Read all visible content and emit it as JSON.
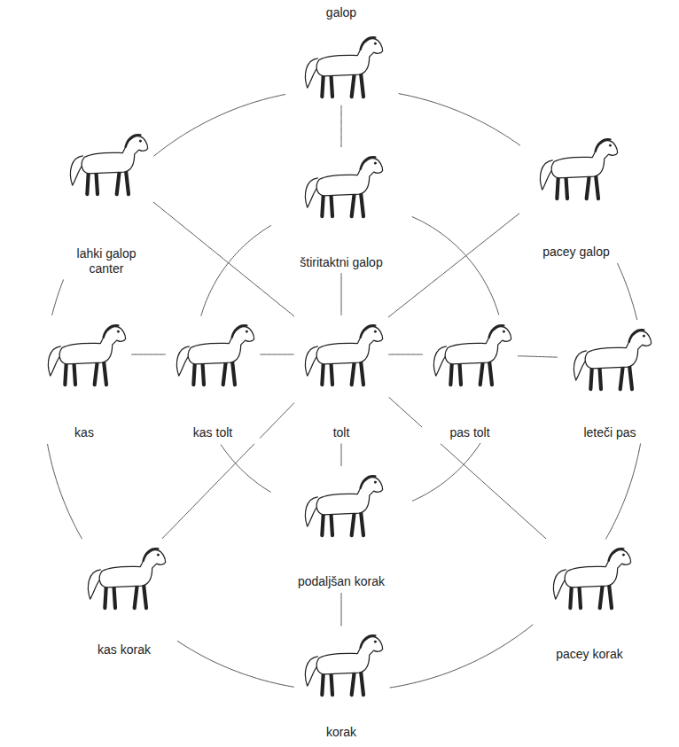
{
  "diagram": {
    "nodes": [
      {
        "text": [
          "galop"
        ]
      },
      {
        "text": [
          "lahki galop canter"
        ]
      },
      {
        "text": [
          "štiritaktni galop"
        ]
      },
      {
        "text": [
          "pacey galop"
        ]
      },
      {
        "text": [
          "kas"
        ]
      },
      {
        "text": [
          "kas tolt"
        ]
      },
      {
        "text": [
          "tolt"
        ]
      },
      {
        "text": [
          "pas tolt"
        ]
      },
      {
        "text": [
          "leteči pas"
        ]
      },
      {
        "text": [
          "podaljšan korak"
        ]
      },
      {
        "text": [
          "kas korak"
        ]
      },
      {
        "text": [
          "pacey korak"
        ]
      },
      {
        "text": [
          "korak"
        ]
      }
    ],
    "edges": [
      {
        "from": 0,
        "to": 3,
        "arrow": "none"
      },
      {
        "from": 3,
        "to": 8,
        "arrow": "none"
      },
      {
        "from": 8,
        "to": 11,
        "arrow": "none"
      },
      {
        "from": 11,
        "to": 12,
        "arrow": "none"
      },
      {
        "from": 12,
        "to": 10,
        "arrow": "none"
      },
      {
        "from": 10,
        "to": 4,
        "arrow": "none"
      },
      {
        "from": 4,
        "to": 1,
        "arrow": "none"
      },
      {
        "from": 1,
        "to": 0,
        "arrow": "none"
      },
      {
        "from": 2,
        "to": 7,
        "arrow": "none"
      },
      {
        "from": 7,
        "to": 9,
        "arrow": "none"
      },
      {
        "from": 9,
        "to": 5,
        "arrow": "none"
      },
      {
        "from": 5,
        "to": 2,
        "arrow": "none"
      },
      {
        "from": 0,
        "to": 2,
        "arrow": "none"
      },
      {
        "from": 2,
        "to": 6,
        "arrow": "none"
      },
      {
        "from": 6,
        "to": 9,
        "arrow": "none"
      },
      {
        "from": 9,
        "to": 12,
        "arrow": "none"
      },
      {
        "from": 1,
        "to": 6,
        "arrow": "none"
      },
      {
        "from": 3,
        "to": 6,
        "arrow": "none"
      },
      {
        "from": 10,
        "to": 6,
        "arrow": "none"
      },
      {
        "from": 11,
        "to": 6,
        "arrow": "none"
      },
      {
        "from": 4,
        "to": 5,
        "arrow": "none"
      },
      {
        "from": 5,
        "to": 6,
        "arrow": "none"
      },
      {
        "from": 6,
        "to": 7,
        "arrow": "none"
      },
      {
        "from": 7,
        "to": 8,
        "arrow": "none"
      }
    ]
  }
}
